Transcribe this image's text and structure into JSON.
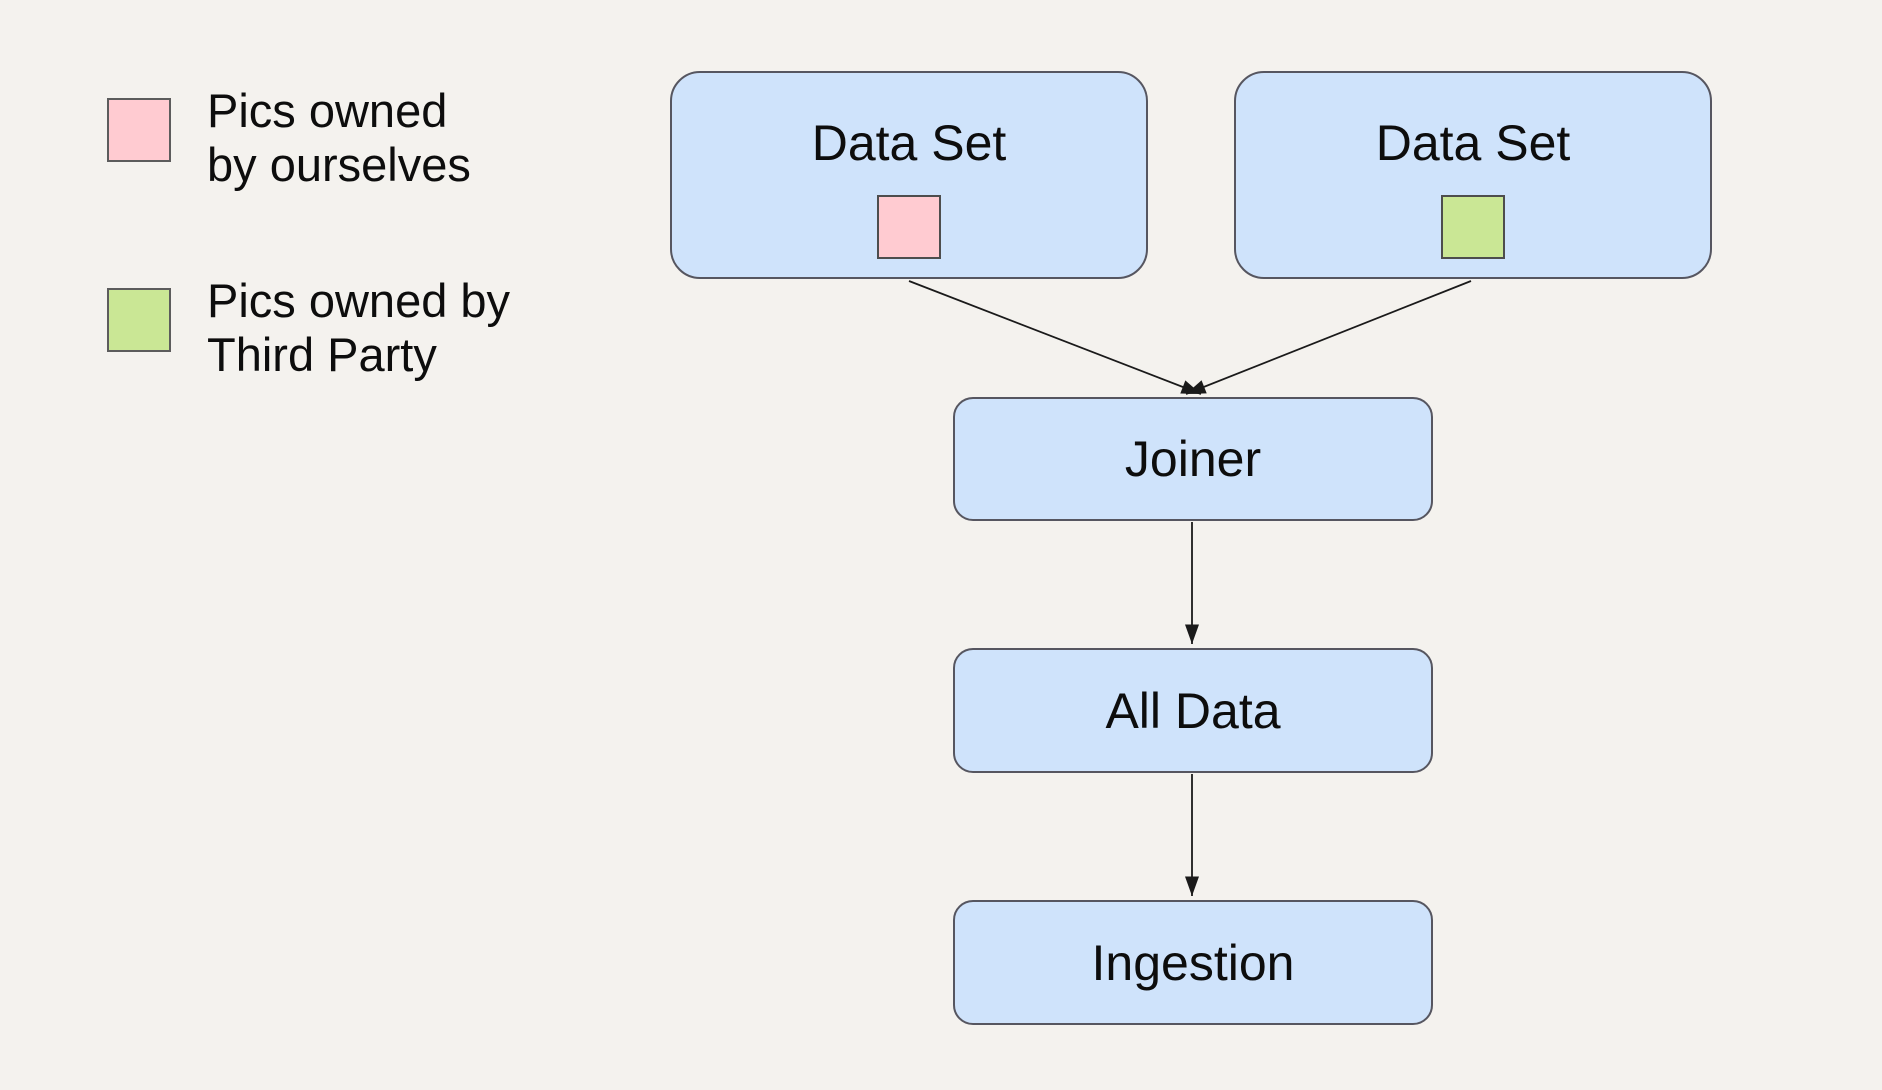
{
  "canvas": {
    "background_color": "#f4f2ee"
  },
  "legend": {
    "items": [
      {
        "id": "ourselves",
        "swatch_color": "#ffcbd1",
        "swatch_border_color": "#5c5c5c",
        "lines": [
          "Pics owned",
          "by ourselves"
        ]
      },
      {
        "id": "third-party",
        "swatch_color": "#cae795",
        "swatch_border_color": "#5c5c5c",
        "lines": [
          "Pics owned by",
          "Third Party"
        ]
      }
    ]
  },
  "flowchart": {
    "node_fill_color": "#cfe3fb",
    "node_border_color": "#565660",
    "arrow_color": "#1a1a1a",
    "nodes": [
      {
        "id": "dataset-ours",
        "label": "Data Set",
        "swatch_color": "#ffcbd1",
        "swatch_legend": "Pics owned by ourselves"
      },
      {
        "id": "dataset-third",
        "label": "Data Set",
        "swatch_color": "#cae795",
        "swatch_legend": "Pics owned by Third Party"
      },
      {
        "id": "joiner",
        "label": "Joiner"
      },
      {
        "id": "all-data",
        "label": "All Data"
      },
      {
        "id": "ingestion",
        "label": "Ingestion"
      }
    ],
    "edges": [
      {
        "from": "dataset-ours",
        "to": "joiner"
      },
      {
        "from": "dataset-third",
        "to": "joiner"
      },
      {
        "from": "joiner",
        "to": "all-data"
      },
      {
        "from": "all-data",
        "to": "ingestion"
      }
    ]
  }
}
